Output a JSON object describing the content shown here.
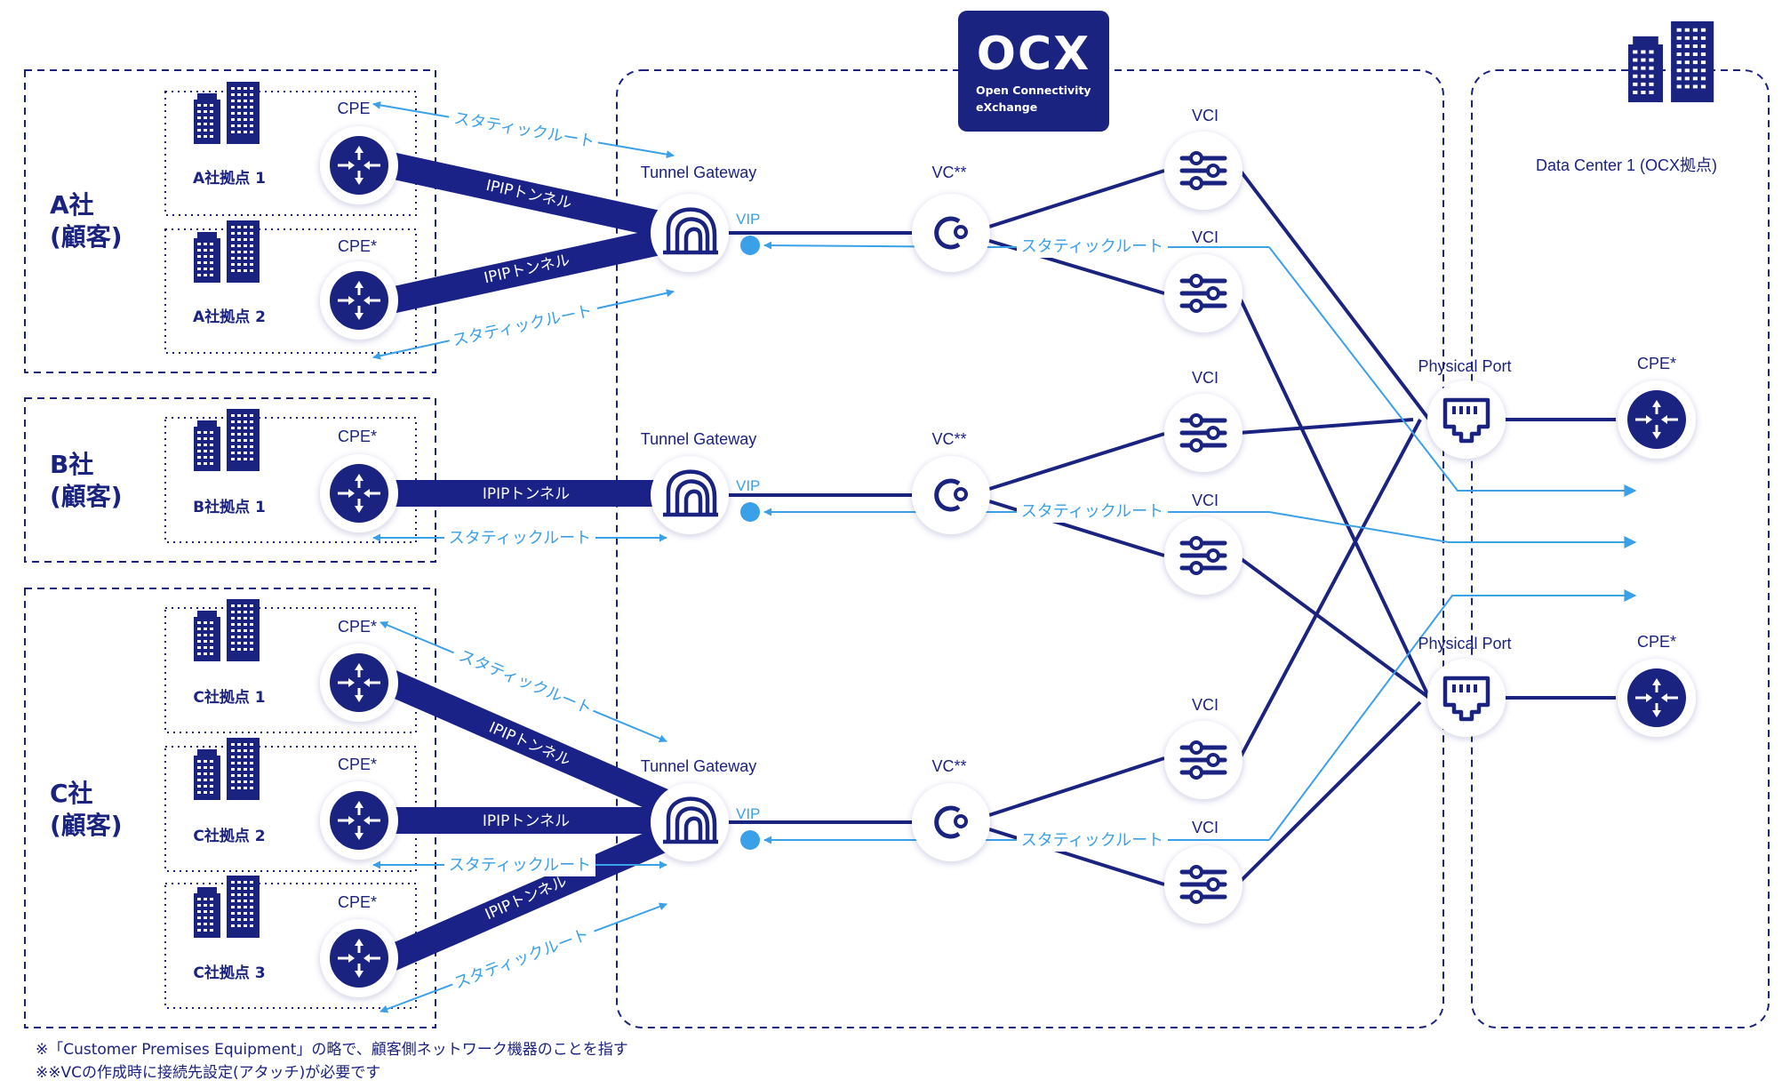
{
  "colors": {
    "navy": "#1b2380",
    "navy_dark": "#141a6e",
    "light_blue": "#3aa0e8",
    "tunnel": "#1a2288",
    "white": "#ffffff"
  },
  "logo": {
    "mark": "OCX",
    "line1": "Open Connectivity",
    "line2": "eXchange"
  },
  "companies": {
    "a": {
      "name1": "A社",
      "name2": "(顧客)"
    },
    "b": {
      "name1": "B社",
      "name2": "(顧客)"
    },
    "c": {
      "name1": "C社",
      "name2": "(顧客)"
    }
  },
  "sites": {
    "a1": "A社拠点 1",
    "a2": "A社拠点 2",
    "b1": "B社拠点 1",
    "c1": "C社拠点 1",
    "c2": "C社拠点 2",
    "c3": "C社拠点 3"
  },
  "cpe": {
    "plain": "CPE",
    "star": "CPE*"
  },
  "tunnel_label": "IPIPトンネル",
  "static_route": "スタティックルート",
  "tunnel_gateway": "Tunnel Gateway",
  "vip": "VIP",
  "vc": "VC**",
  "vci": "VCI",
  "physical_port": "Physical Port",
  "data_center": "Data Center 1 (OCX拠点)",
  "footnotes": {
    "f1": "※「Customer Premises Equipment」の略で、顧客側ネットワーク機器のことを指す",
    "f2": "※※VCの作成時に接続先設定(アタッチ)が必要です"
  },
  "icons": [
    "building-icon",
    "router-icon",
    "tunnel-gateway-icon",
    "vc-icon",
    "vci-slider-icon",
    "physical-port-icon"
  ]
}
